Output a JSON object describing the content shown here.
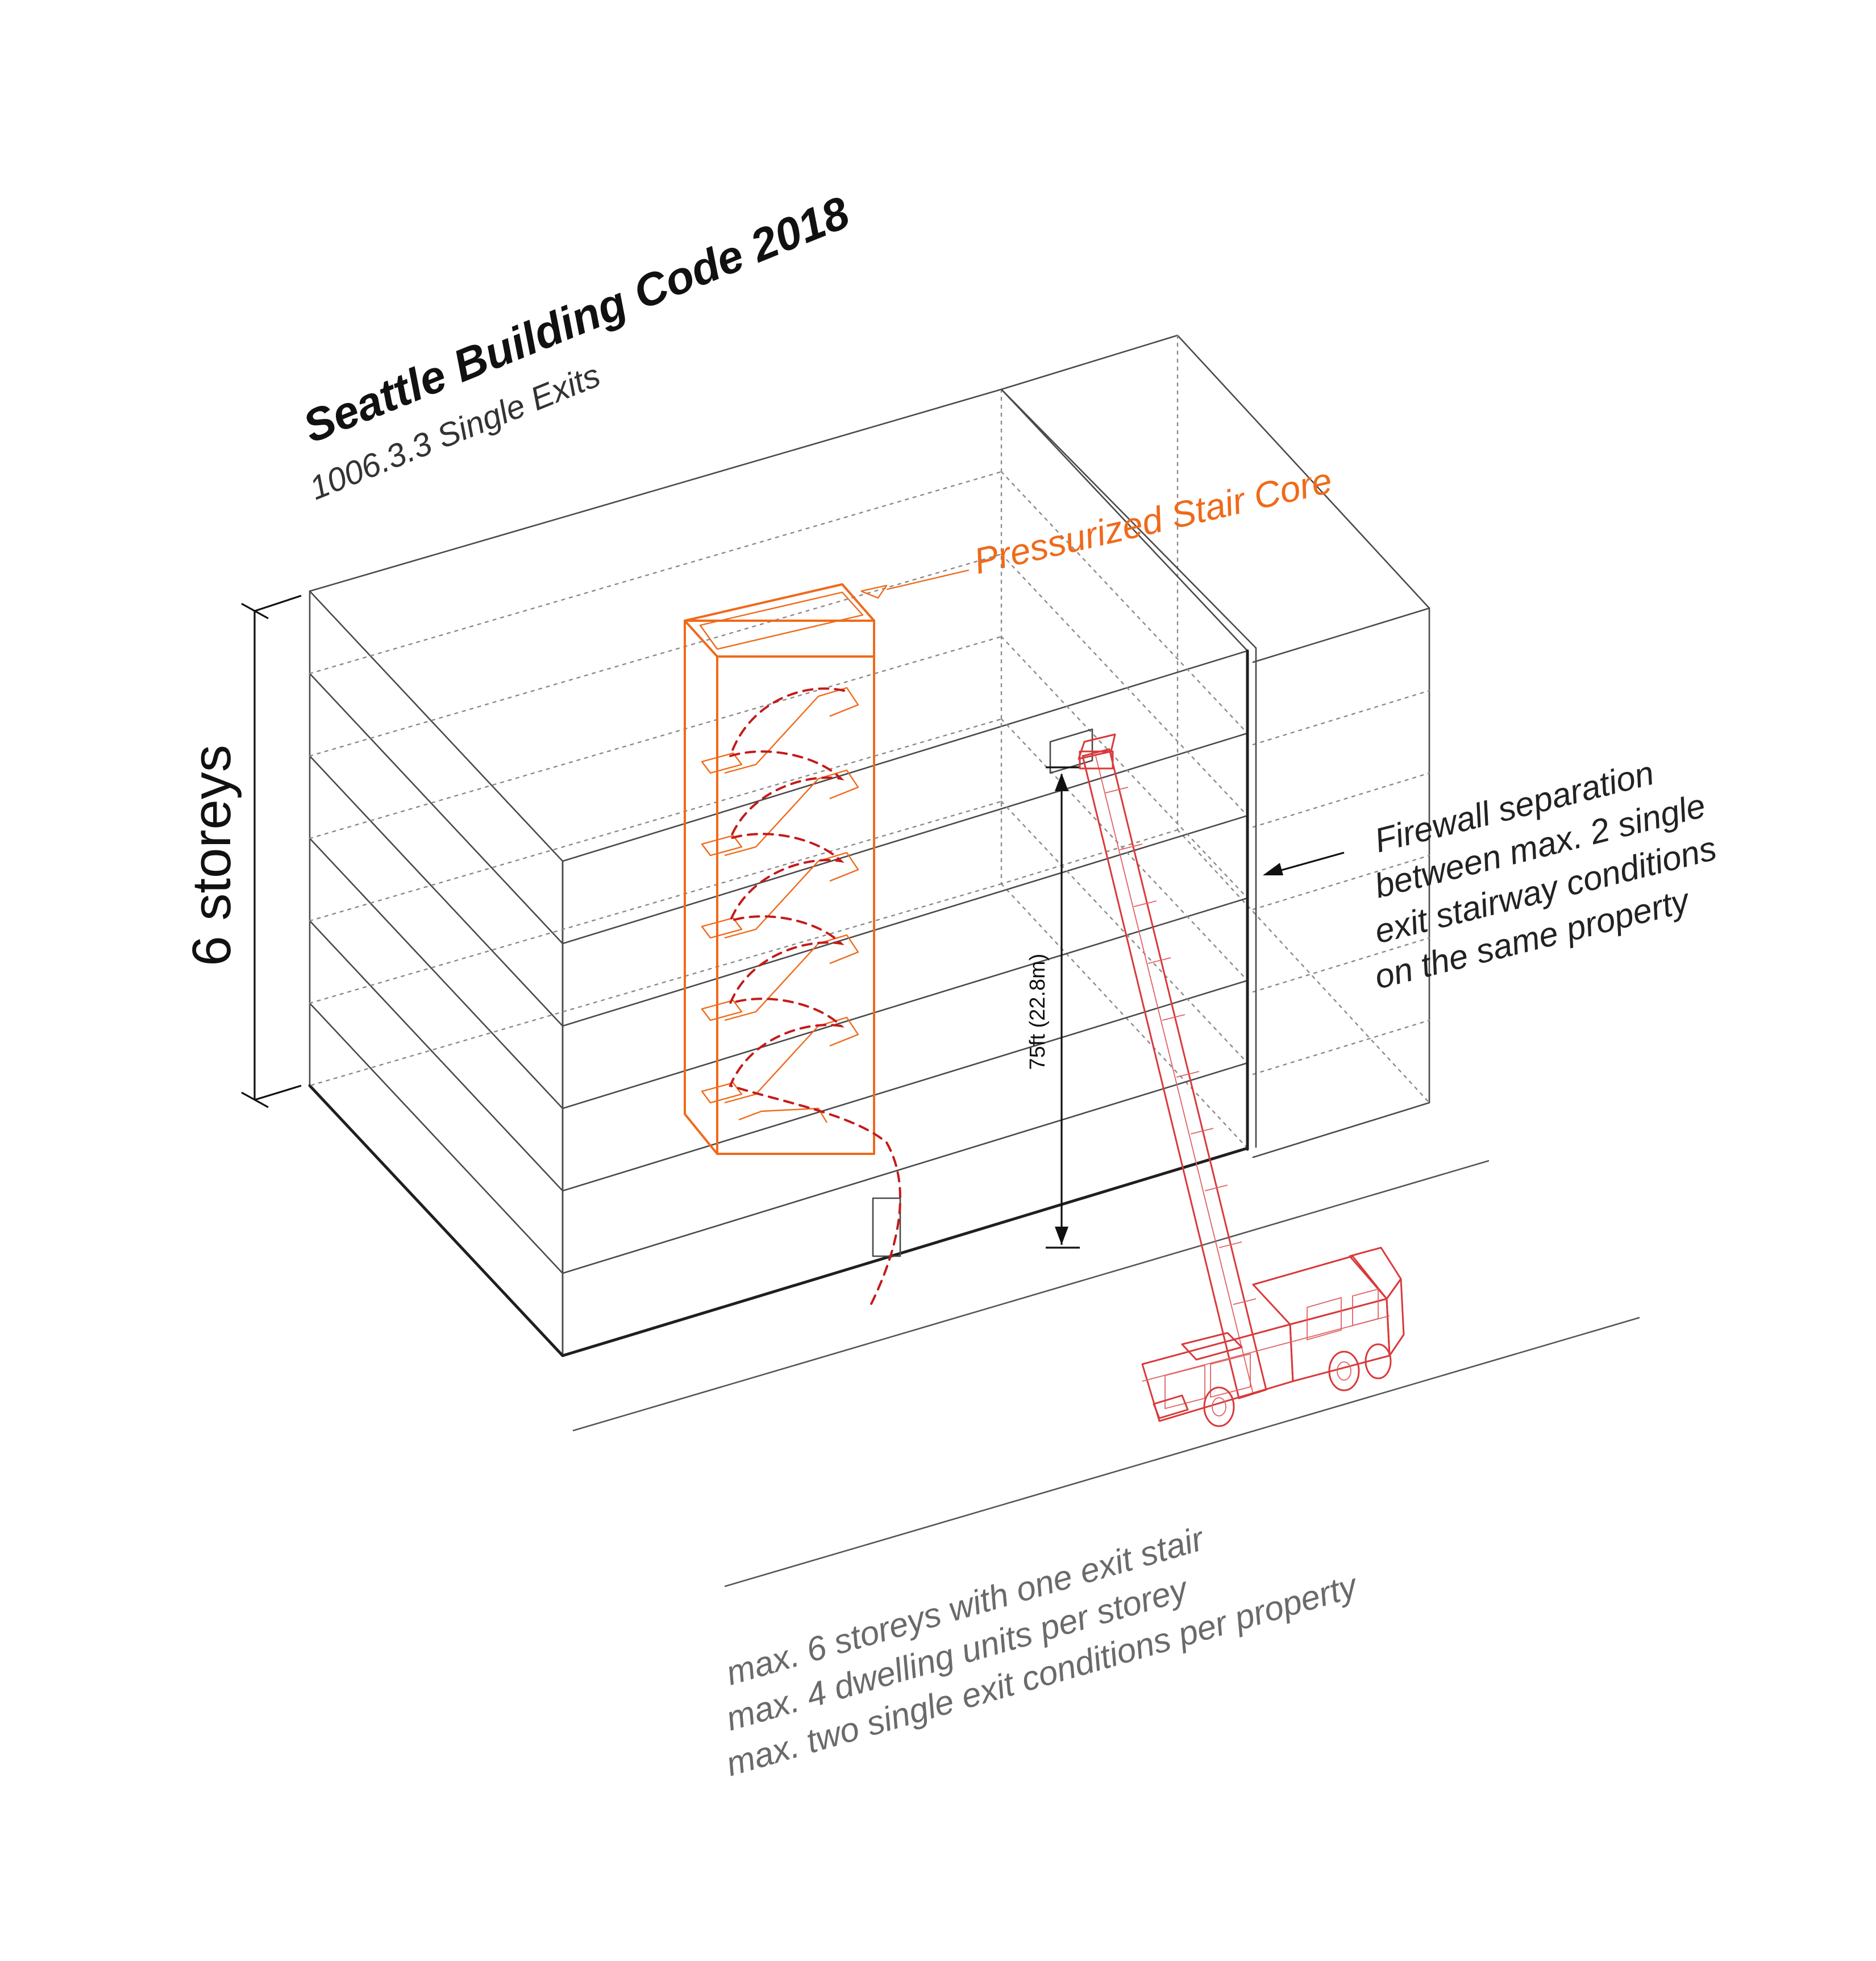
{
  "title": "Seattle Building Code 2018",
  "subtitle": "1006.3.3 Single Exits",
  "labels": {
    "stair_core": "Pressurized Stair Core",
    "storeys": "6 storeys",
    "ladder_height": "75ft (22.8m)",
    "firewall": [
      "Firewall separation",
      "between max. 2 single",
      "exit stairway conditions",
      "on the same property"
    ]
  },
  "requirements": [
    "max. 6 storeys with one exit stair",
    "max. 4 dwelling units per storey",
    "max. two single exit conditions per property"
  ],
  "colors": {
    "stair_core": "#ef6a1a",
    "egress_path": "#c41a1a",
    "fire_truck": "#d9393b",
    "linework": "#4a4a4a",
    "footnotes": "#6a6a6a"
  },
  "icons": {
    "fire_truck": "fire-truck-icon",
    "aerial_ladder": "aerial-ladder-icon"
  }
}
